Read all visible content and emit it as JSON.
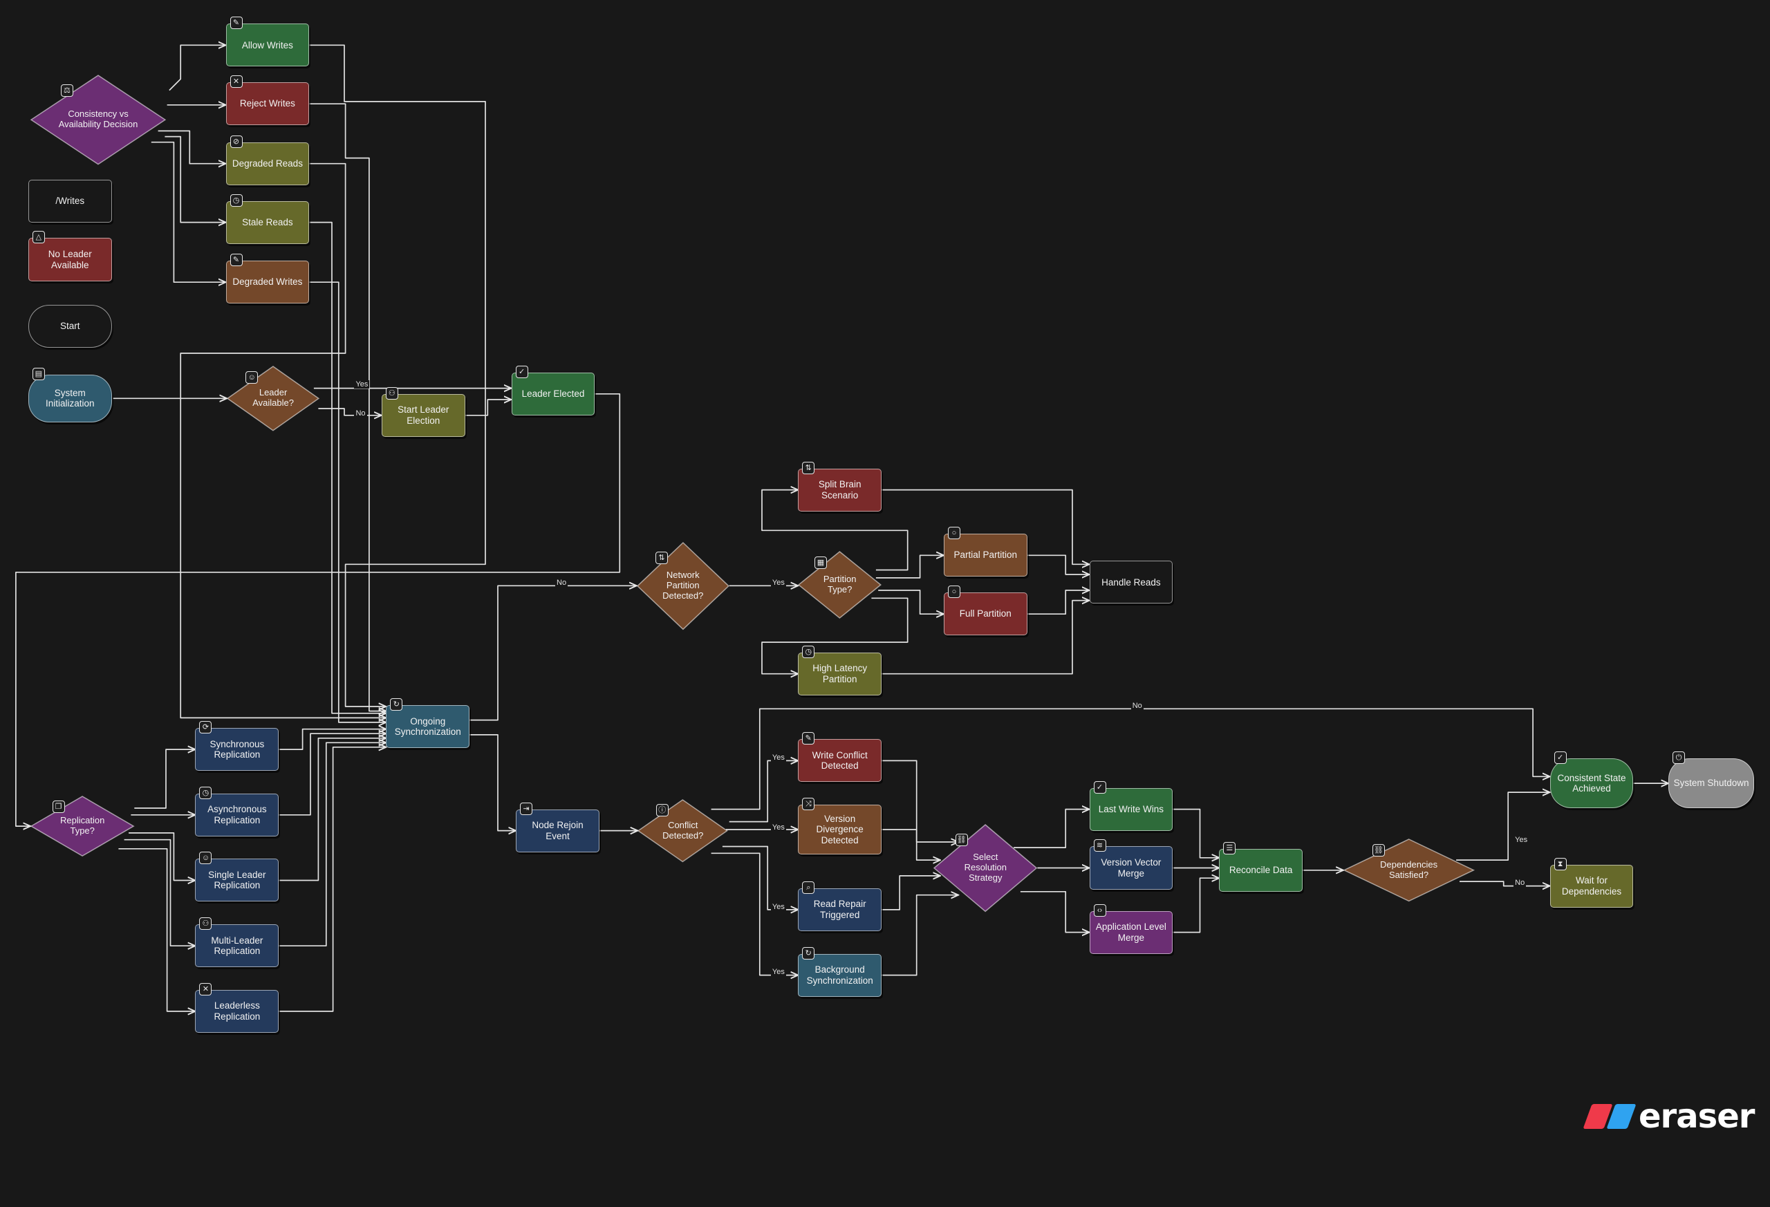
{
  "diagram": {
    "nodes": [
      {
        "id": "consistency",
        "kind": "diamond",
        "label": "Consistency vs Availability Decision",
        "color": "#6b2e73",
        "icon": "scale-icon"
      },
      {
        "id": "allow_writes",
        "kind": "rect",
        "label": "Allow Writes",
        "color": "#2e6b3a",
        "icon": "pencil-icon"
      },
      {
        "id": "reject_writes",
        "kind": "rect",
        "label": "Reject Writes",
        "color": "#7a2a2a",
        "icon": "x-box-icon"
      },
      {
        "id": "degraded_reads",
        "kind": "rect",
        "label": "Degraded Reads",
        "color": "#66692a",
        "icon": "eye-off-icon"
      },
      {
        "id": "stale_reads",
        "kind": "rect",
        "label": "Stale Reads",
        "color": "#66692a",
        "icon": "clock-icon"
      },
      {
        "id": "degraded_writes",
        "kind": "rect",
        "label": "Degraded Writes",
        "color": "#74482a",
        "icon": "pencil-icon"
      },
      {
        "id": "writes",
        "kind": "rect",
        "label": "/Writes",
        "color": "#181818",
        "icon": ""
      },
      {
        "id": "no_leader",
        "kind": "rect",
        "label": "No Leader Available",
        "color": "#7a2a2a",
        "icon": "warning-icon"
      },
      {
        "id": "start",
        "kind": "stadium",
        "label": "Start",
        "color": "#181818",
        "icon": ""
      },
      {
        "id": "sys_init",
        "kind": "stadium",
        "label": "System Initialization",
        "color": "#2f5a6e",
        "icon": "server-icon"
      },
      {
        "id": "leader_avail",
        "kind": "diamond",
        "label": "Leader Available?",
        "color": "#74482a",
        "icon": "user-icon"
      },
      {
        "id": "start_election",
        "kind": "rect",
        "label": "Start Leader Election",
        "color": "#66692a",
        "icon": "users-icon"
      },
      {
        "id": "leader_elected",
        "kind": "rect",
        "label": "Leader Elected",
        "color": "#2e6b3a",
        "icon": "check-icon"
      },
      {
        "id": "split_brain",
        "kind": "rect",
        "label": "Split Brain Scenario",
        "color": "#7a2a2a",
        "icon": "split-icon"
      },
      {
        "id": "partial_partition",
        "kind": "rect",
        "label": "Partial Partition",
        "color": "#74482a",
        "icon": "circle-icon"
      },
      {
        "id": "full_partition",
        "kind": "rect",
        "label": "Full Partition",
        "color": "#7a2a2a",
        "icon": "circle-icon"
      },
      {
        "id": "high_latency",
        "kind": "rect",
        "label": "High Latency Partition",
        "color": "#66692a",
        "icon": "clock-icon"
      },
      {
        "id": "handle_reads",
        "kind": "rect",
        "label": "Handle Reads",
        "color": "#181818",
        "icon": ""
      },
      {
        "id": "net_partition",
        "kind": "diamond",
        "label": "Network Partition Detected?",
        "color": "#74482a",
        "icon": "split-icon"
      },
      {
        "id": "partition_type",
        "kind": "diamond",
        "label": "Partition Type?",
        "color": "#74482a",
        "icon": "grid-icon"
      },
      {
        "id": "ongoing_sync",
        "kind": "rect",
        "label": "Ongoing Synchronization",
        "color": "#2f5a6e",
        "icon": "refresh-icon"
      },
      {
        "id": "sync_rep",
        "kind": "rect",
        "label": "Synchronous Replication",
        "color": "#243a5c",
        "icon": "sync-icon"
      },
      {
        "id": "async_rep",
        "kind": "rect",
        "label": "Asynchronous Replication",
        "color": "#243a5c",
        "icon": "clock-icon"
      },
      {
        "id": "single_leader",
        "kind": "rect",
        "label": "Single Leader Replication",
        "color": "#243a5c",
        "icon": "user-icon"
      },
      {
        "id": "multi_leader",
        "kind": "rect",
        "label": "Multi-Leader Replication",
        "color": "#243a5c",
        "icon": "users-icon"
      },
      {
        "id": "leaderless",
        "kind": "rect",
        "label": "Leaderless Replication",
        "color": "#243a5c",
        "icon": "cross-icon"
      },
      {
        "id": "rep_type",
        "kind": "diamond",
        "label": "Replication Type?",
        "color": "#6b2e73",
        "icon": "copy-icon"
      },
      {
        "id": "node_rejoin",
        "kind": "rect",
        "label": "Node Rejoin Event",
        "color": "#243a5c",
        "icon": "login-icon"
      },
      {
        "id": "conflict",
        "kind": "diamond",
        "label": "Conflict Detected?",
        "color": "#74482a",
        "icon": "info-icon"
      },
      {
        "id": "write_conflict",
        "kind": "rect",
        "label": "Write Conflict Detected",
        "color": "#7a2a2a",
        "icon": "edit-icon"
      },
      {
        "id": "version_div",
        "kind": "rect",
        "label": "Version Divergence Detected",
        "color": "#74482a",
        "icon": "shuffle-icon"
      },
      {
        "id": "read_repair",
        "kind": "rect",
        "label": "Read Repair Triggered",
        "color": "#243a5c",
        "icon": "search-icon"
      },
      {
        "id": "bg_sync",
        "kind": "rect",
        "label": "Background Synchronization",
        "color": "#2f5a6e",
        "icon": "refresh-icon"
      },
      {
        "id": "select_strategy",
        "kind": "diamond",
        "label": "Select Resolution Strategy",
        "color": "#6b2e73",
        "icon": "link-icon"
      },
      {
        "id": "lww",
        "kind": "rect",
        "label": "Last Write Wins",
        "color": "#2e6b3a",
        "icon": "check-icon"
      },
      {
        "id": "vv_merge",
        "kind": "rect",
        "label": "Version Vector Merge",
        "color": "#243a5c",
        "icon": "layers-icon"
      },
      {
        "id": "app_merge",
        "kind": "rect",
        "label": "Application Level Merge",
        "color": "#6b2e73",
        "icon": "code-icon"
      },
      {
        "id": "reconcile",
        "kind": "rect",
        "label": "Reconcile Data",
        "color": "#2e6b3a",
        "icon": "list-icon"
      },
      {
        "id": "deps",
        "kind": "diamond",
        "label": "Dependencies Satisfied?",
        "color": "#74482a",
        "icon": "link-icon"
      },
      {
        "id": "consistent",
        "kind": "stadium",
        "label": "Consistent State Achieved",
        "color": "#2e6b3a",
        "icon": "check-icon"
      },
      {
        "id": "wait_deps",
        "kind": "rect",
        "label": "Wait for Dependencies",
        "color": "#66692a",
        "icon": "hourglass-icon"
      },
      {
        "id": "shutdown",
        "kind": "stadium",
        "label": "System Shutdown",
        "color": "#8a8a8a",
        "icon": "power-icon"
      }
    ],
    "edges": [
      {
        "from": "consistency",
        "to": "allow_writes",
        "label": ""
      },
      {
        "from": "consistency",
        "to": "reject_writes",
        "label": ""
      },
      {
        "from": "consistency",
        "to": "degraded_reads",
        "label": ""
      },
      {
        "from": "consistency",
        "to": "stale_reads",
        "label": ""
      },
      {
        "from": "consistency",
        "to": "degraded_writes",
        "label": ""
      },
      {
        "from": "sys_init",
        "to": "leader_avail",
        "label": ""
      },
      {
        "from": "leader_avail",
        "to": "leader_elected",
        "label": "Yes"
      },
      {
        "from": "leader_avail",
        "to": "start_election",
        "label": "No"
      },
      {
        "from": "start_election",
        "to": "leader_elected",
        "label": ""
      },
      {
        "from": "leader_elected",
        "to": "rep_type",
        "label": ""
      },
      {
        "from": "rep_type",
        "to": "sync_rep",
        "label": ""
      },
      {
        "from": "rep_type",
        "to": "async_rep",
        "label": ""
      },
      {
        "from": "rep_type",
        "to": "single_leader",
        "label": ""
      },
      {
        "from": "rep_type",
        "to": "multi_leader",
        "label": ""
      },
      {
        "from": "rep_type",
        "to": "leaderless",
        "label": ""
      },
      {
        "from": "sync_rep",
        "to": "ongoing_sync",
        "label": ""
      },
      {
        "from": "async_rep",
        "to": "ongoing_sync",
        "label": ""
      },
      {
        "from": "single_leader",
        "to": "ongoing_sync",
        "label": ""
      },
      {
        "from": "multi_leader",
        "to": "ongoing_sync",
        "label": ""
      },
      {
        "from": "leaderless",
        "to": "ongoing_sync",
        "label": ""
      },
      {
        "from": "allow_writes",
        "to": "ongoing_sync",
        "label": ""
      },
      {
        "from": "reject_writes",
        "to": "ongoing_sync",
        "label": ""
      },
      {
        "from": "degraded_reads",
        "to": "ongoing_sync",
        "label": ""
      },
      {
        "from": "stale_reads",
        "to": "ongoing_sync",
        "label": ""
      },
      {
        "from": "degraded_writes",
        "to": "ongoing_sync",
        "label": ""
      },
      {
        "from": "ongoing_sync",
        "to": "net_partition",
        "label": "No"
      },
      {
        "from": "net_partition",
        "to": "partition_type",
        "label": "Yes"
      },
      {
        "from": "partition_type",
        "to": "split_brain",
        "label": ""
      },
      {
        "from": "partition_type",
        "to": "partial_partition",
        "label": ""
      },
      {
        "from": "partition_type",
        "to": "full_partition",
        "label": ""
      },
      {
        "from": "partition_type",
        "to": "high_latency",
        "label": ""
      },
      {
        "from": "split_brain",
        "to": "handle_reads",
        "label": ""
      },
      {
        "from": "partial_partition",
        "to": "handle_reads",
        "label": ""
      },
      {
        "from": "full_partition",
        "to": "handle_reads",
        "label": ""
      },
      {
        "from": "high_latency",
        "to": "handle_reads",
        "label": ""
      },
      {
        "from": "ongoing_sync",
        "to": "node_rejoin",
        "label": ""
      },
      {
        "from": "node_rejoin",
        "to": "conflict",
        "label": ""
      },
      {
        "from": "conflict",
        "to": "write_conflict",
        "label": "Yes"
      },
      {
        "from": "conflict",
        "to": "version_div",
        "label": "Yes"
      },
      {
        "from": "conflict",
        "to": "read_repair",
        "label": "Yes"
      },
      {
        "from": "conflict",
        "to": "bg_sync",
        "label": "Yes"
      },
      {
        "from": "conflict",
        "to": "consistent",
        "label": "No"
      },
      {
        "from": "write_conflict",
        "to": "select_strategy",
        "label": ""
      },
      {
        "from": "version_div",
        "to": "select_strategy",
        "label": ""
      },
      {
        "from": "read_repair",
        "to": "select_strategy",
        "label": ""
      },
      {
        "from": "bg_sync",
        "to": "select_strategy",
        "label": ""
      },
      {
        "from": "select_strategy",
        "to": "lww",
        "label": ""
      },
      {
        "from": "select_strategy",
        "to": "vv_merge",
        "label": ""
      },
      {
        "from": "select_strategy",
        "to": "app_merge",
        "label": ""
      },
      {
        "from": "lww",
        "to": "reconcile",
        "label": ""
      },
      {
        "from": "vv_merge",
        "to": "reconcile",
        "label": ""
      },
      {
        "from": "app_merge",
        "to": "reconcile",
        "label": ""
      },
      {
        "from": "reconcile",
        "to": "deps",
        "label": ""
      },
      {
        "from": "deps",
        "to": "consistent",
        "label": "Yes"
      },
      {
        "from": "deps",
        "to": "wait_deps",
        "label": "No"
      },
      {
        "from": "consistent",
        "to": "shutdown",
        "label": ""
      }
    ]
  },
  "brand": {
    "name": "eraser",
    "red": "#ef3a4a",
    "blue": "#2fa3f0"
  }
}
